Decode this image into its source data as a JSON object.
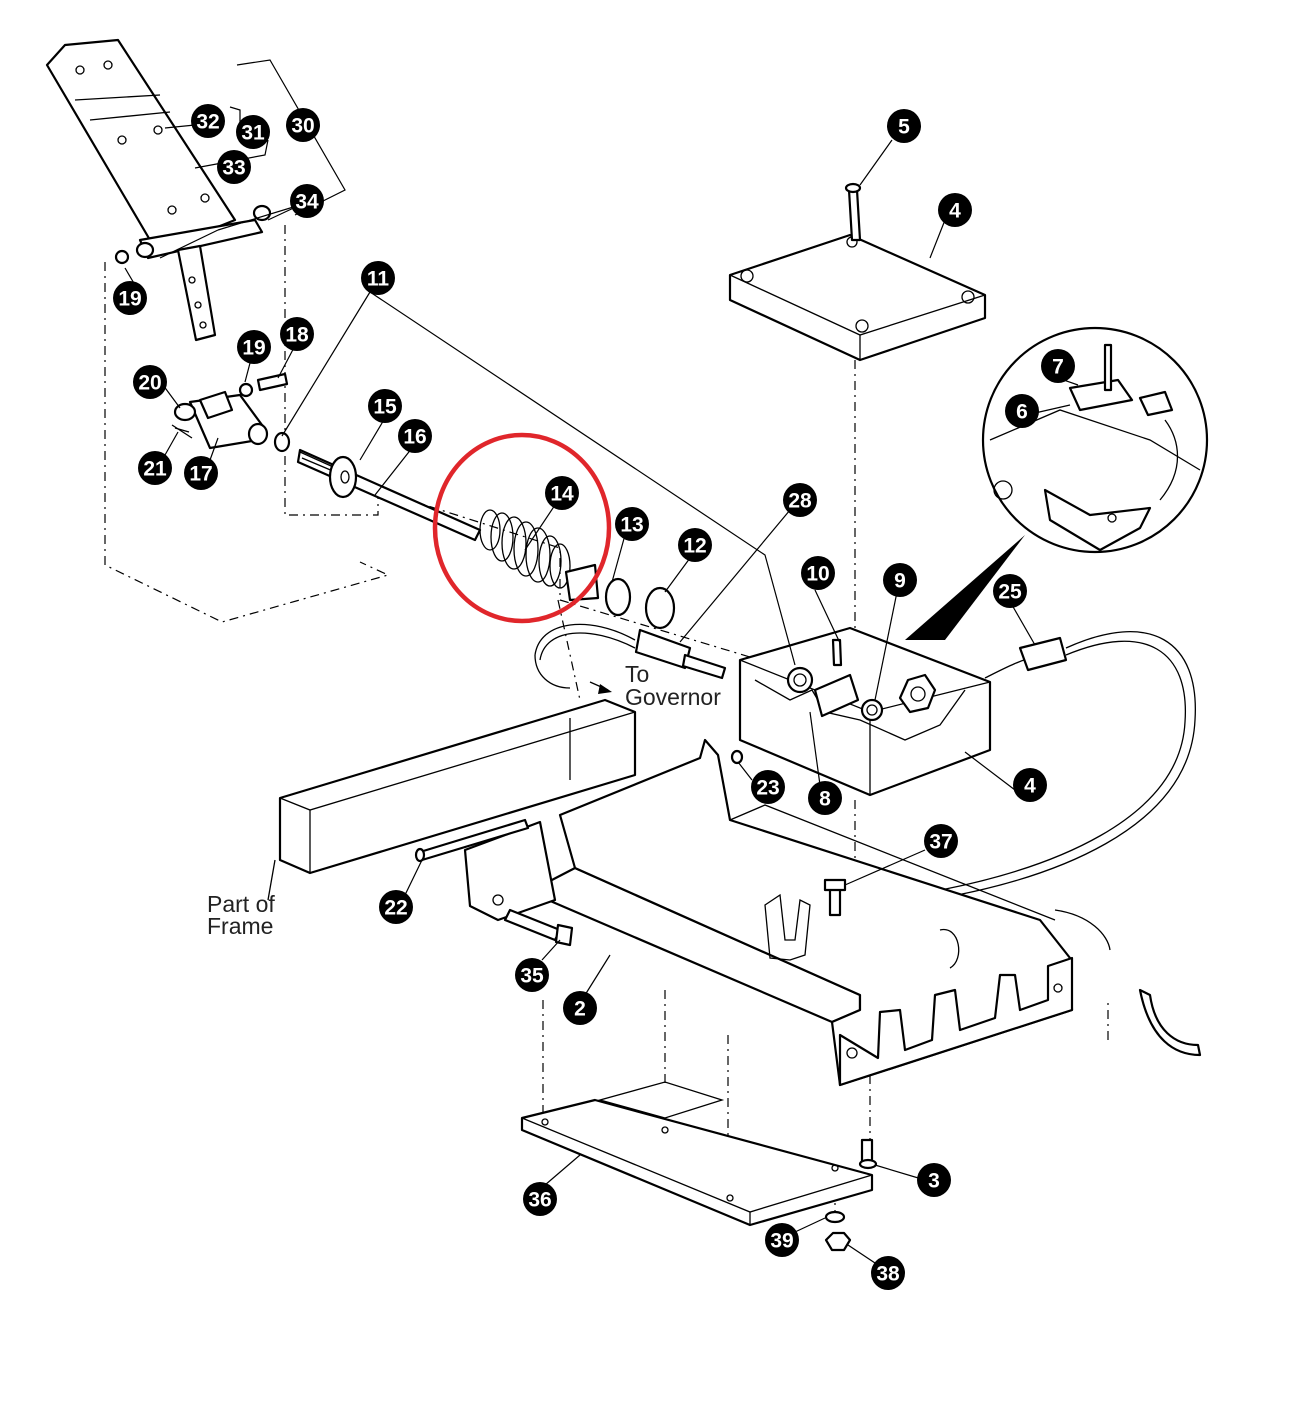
{
  "diagram": {
    "highlight_color": "#e0262b",
    "ink_color": "#000000",
    "highlighted_part": "14",
    "labels": {
      "to_governor": [
        "To",
        "Governor"
      ],
      "part_of_frame": [
        "Part of",
        "Frame"
      ]
    },
    "callouts": [
      "2",
      "3",
      "4",
      "4",
      "5",
      "6",
      "7",
      "8",
      "9",
      "10",
      "11",
      "12",
      "13",
      "14",
      "15",
      "16",
      "17",
      "18",
      "19",
      "19",
      "20",
      "21",
      "22",
      "23",
      "25",
      "28",
      "30",
      "31",
      "32",
      "33",
      "34",
      "35",
      "36",
      "37",
      "38",
      "39"
    ]
  }
}
